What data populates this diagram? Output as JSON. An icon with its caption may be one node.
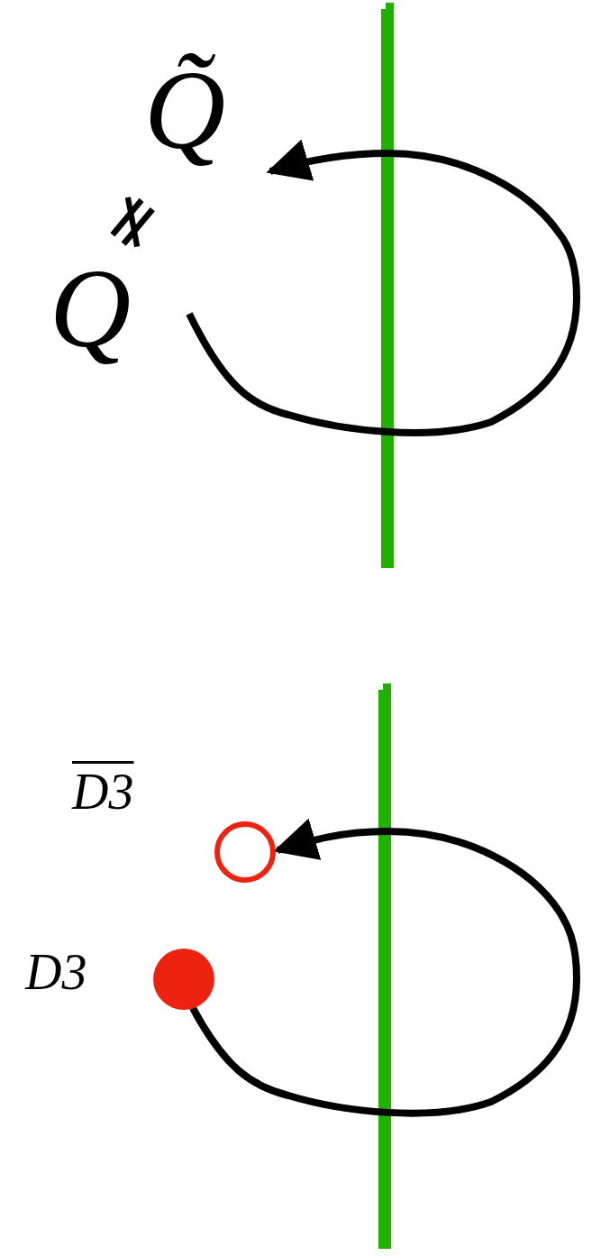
{
  "diagram": {
    "nodes": [
      {
        "text": [
          "Q̃"
        ]
      },
      {
        "text": [
          "Q"
        ]
      },
      {
        "text": [],
        "shape": "circle",
        "beside": [
          "D3"
        ]
      },
      {
        "text": [],
        "shape": "circle",
        "beside": [
          "D3"
        ]
      }
    ],
    "edges": [
      {
        "from": 1,
        "to": 0,
        "arrow": "to"
      },
      {
        "from": 3,
        "to": 2,
        "arrow": "to"
      }
    ],
    "labels": [
      "≠"
    ]
  }
}
